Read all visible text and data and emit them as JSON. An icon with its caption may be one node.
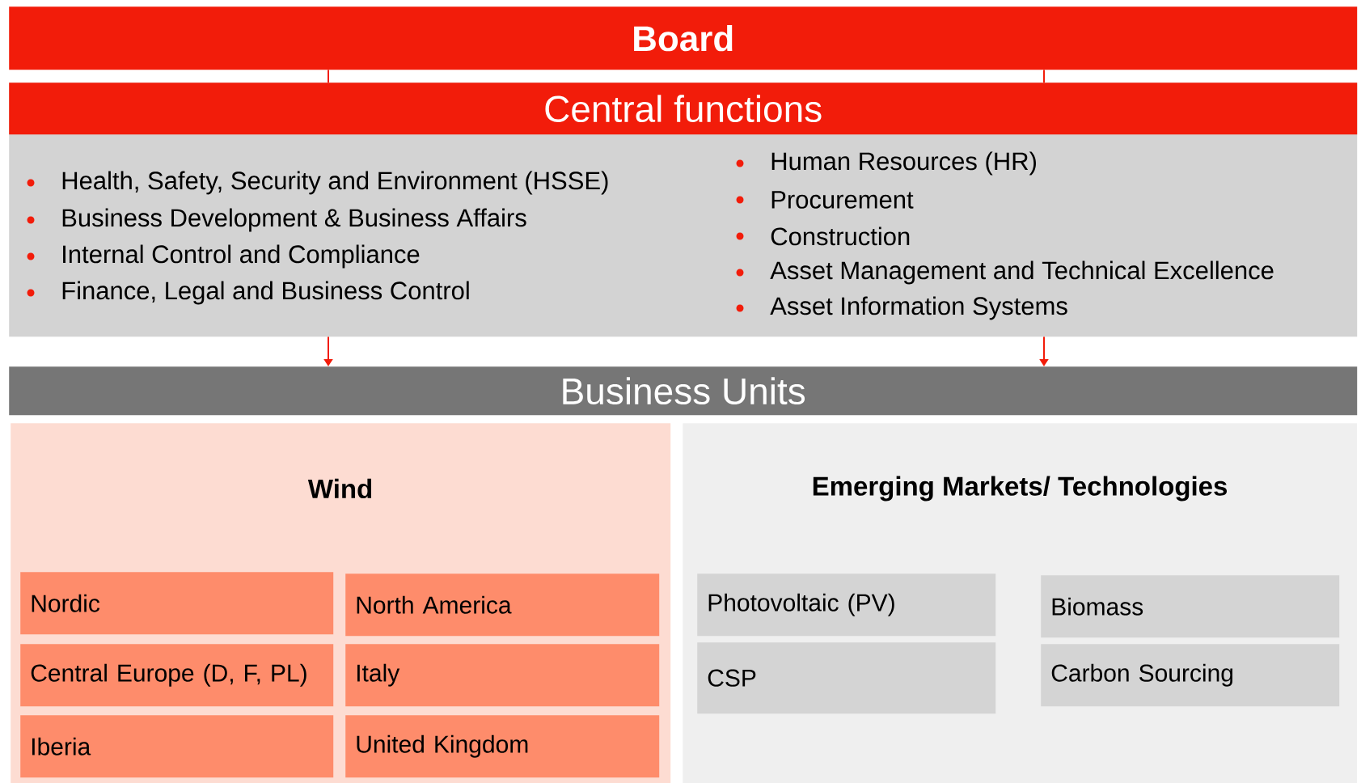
{
  "diagram": {
    "nodes": [
      {
        "text": [
          "Board"
        ]
      },
      {
        "text": [
          "Central functions",
          "Health, Safety, Security and Environment (HSSE)",
          "Business Development & Business Affairs",
          "Internal Control and Compliance",
          "Finance, Legal and Business Control",
          "Human Resources (HR)",
          "Procurement",
          "Construction",
          "Asset Management and Technical Excellence",
          "Asset Information Systems"
        ]
      },
      {
        "text": [
          "Business Units"
        ]
      },
      {
        "text": [
          "Wind"
        ]
      },
      {
        "text": [
          "Nordic"
        ],
        "in": 3
      },
      {
        "text": [
          "North America"
        ],
        "in": 3
      },
      {
        "text": [
          "Central Europe (D, F, PL)"
        ],
        "in": 3
      },
      {
        "text": [
          "Italy"
        ],
        "in": 3
      },
      {
        "text": [
          "Iberia"
        ],
        "in": 3
      },
      {
        "text": [
          "United Kingdom"
        ],
        "in": 3
      },
      {
        "text": [
          "Emerging Markets/ Technologies"
        ]
      },
      {
        "text": [
          "Photovoltaic (PV)"
        ],
        "in": 10
      },
      {
        "text": [
          "Biomass"
        ],
        "in": 10
      },
      {
        "text": [
          "CSP"
        ],
        "in": 10
      },
      {
        "text": [
          "Carbon Sourcing"
        ],
        "in": 10
      }
    ],
    "edges": [
      {
        "from": 0,
        "to": 1,
        "arrow": "none"
      },
      {
        "from": 0,
        "to": 1,
        "arrow": "none"
      },
      {
        "from": 1,
        "to": 2,
        "arrow": "to"
      },
      {
        "from": 1,
        "to": 2,
        "arrow": "to"
      }
    ]
  }
}
